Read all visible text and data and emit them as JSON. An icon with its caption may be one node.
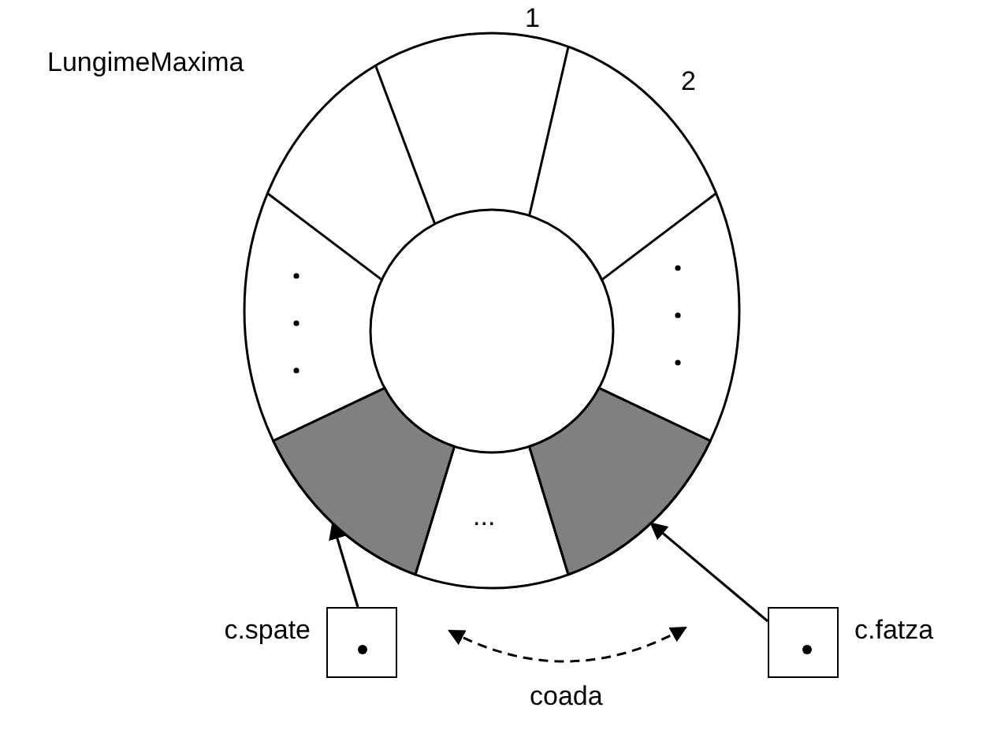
{
  "diagram": {
    "nodes": [
      {
        "text": [
          "c.spate"
        ]
      },
      {
        "text": [],
        "shape": "sector"
      },
      {
        "text": [],
        "shape": "sector"
      },
      {
        "text": [
          "c.fatza"
        ]
      }
    ],
    "edges": [
      {
        "from": 0,
        "to": 1,
        "arrow": "to"
      },
      {
        "from": 3,
        "to": 2,
        "arrow": "to"
      }
    ],
    "labels": [
      "LungimeMaxima",
      "1",
      "2",
      "...",
      "coada"
    ]
  }
}
